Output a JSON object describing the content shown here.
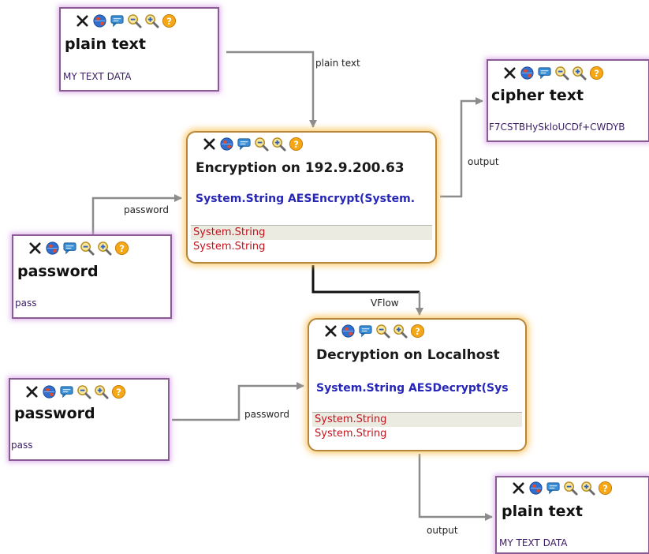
{
  "nodes": {
    "plain_text_input": {
      "title": "plain text",
      "value": "MY TEXT DATA"
    },
    "cipher_text": {
      "title": "cipher text",
      "value": "F7CSTBHySkloUCDf+CWDYB"
    },
    "password_1": {
      "title": "password",
      "value": "pass"
    },
    "password_2": {
      "title": "password",
      "value": "pass"
    },
    "plain_text_output": {
      "title": "plain text",
      "value": "MY TEXT DATA"
    },
    "encryption": {
      "title": "Encryption on 192.9.200.63",
      "method": "System.String AESEncrypt(System.",
      "params": [
        "System.String",
        "System.String"
      ]
    },
    "decryption": {
      "title": "Decryption on Localhost",
      "method": "System.String AESDecrypt(Sys",
      "params": [
        "System.String",
        "System.String"
      ]
    }
  },
  "connections": {
    "plain_text": "plain text",
    "password_enc": "password",
    "output_enc": "output",
    "vflow": "VFlow",
    "password_dec": "password",
    "output_dec": "output"
  },
  "colors": {
    "data_border": "#8a5a94",
    "data_glow": "#d6a0e6",
    "service_border": "#b6863a",
    "service_glow": "#fac35a",
    "method_text": "#2626b8",
    "param_text": "#c1121c",
    "wire": "#8c8c8c",
    "control_wire": "#111111"
  },
  "toolbar_icons": [
    "close-icon",
    "globe-icon",
    "comment-icon",
    "zoom-out-icon",
    "zoom-in-icon",
    "help-icon"
  ]
}
